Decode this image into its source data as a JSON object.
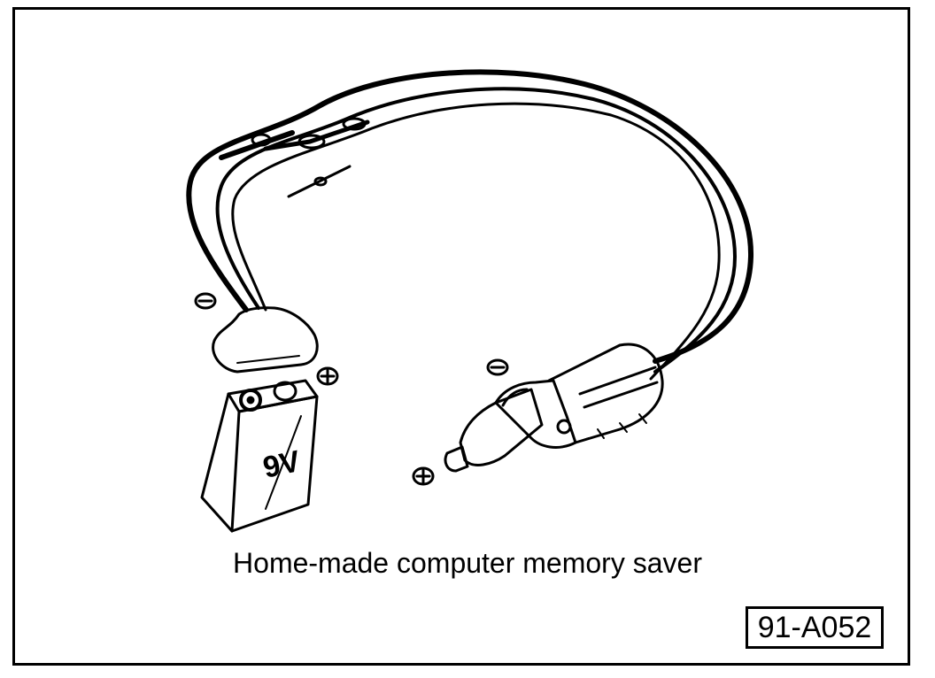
{
  "caption": "Home-made computer memory saver",
  "figure_id": "91-A052",
  "battery_label": "9V",
  "colors": {
    "ink": "#000000",
    "paper": "#ffffff"
  }
}
